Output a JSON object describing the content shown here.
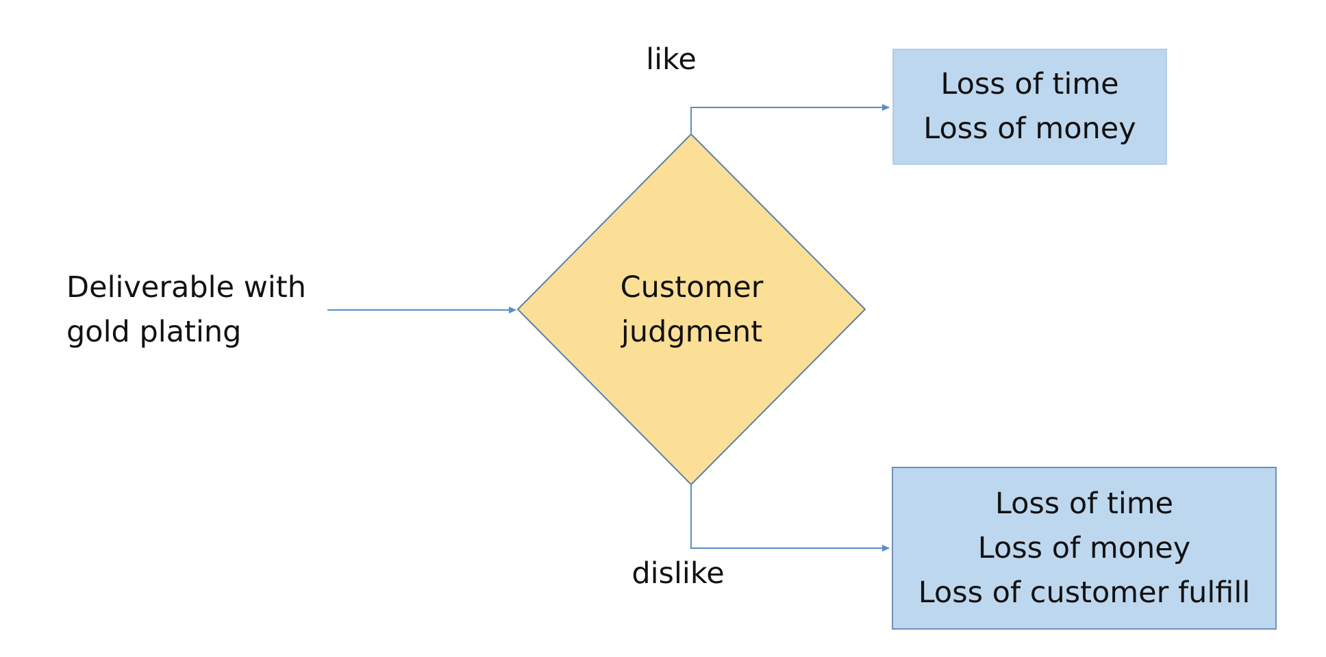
{
  "colors": {
    "decision_fill": "#FBDF97",
    "decision_stroke": "#5A7FA8",
    "box_fill": "#BDD7EE",
    "box_stroke": "#A9C4E0",
    "connector": "#5B8BC8",
    "text": "#111111"
  },
  "input": {
    "lines": [
      "Deliverable with",
      "gold plating"
    ]
  },
  "decision": {
    "lines": [
      "Customer",
      "judgment"
    ]
  },
  "branches": {
    "like": "like",
    "dislike": "dislike"
  },
  "outcomes": {
    "like": [
      "Loss of time",
      "Loss of money"
    ],
    "dislike": [
      "Loss of time",
      "Loss of money",
      "Loss of customer fulfill"
    ]
  }
}
